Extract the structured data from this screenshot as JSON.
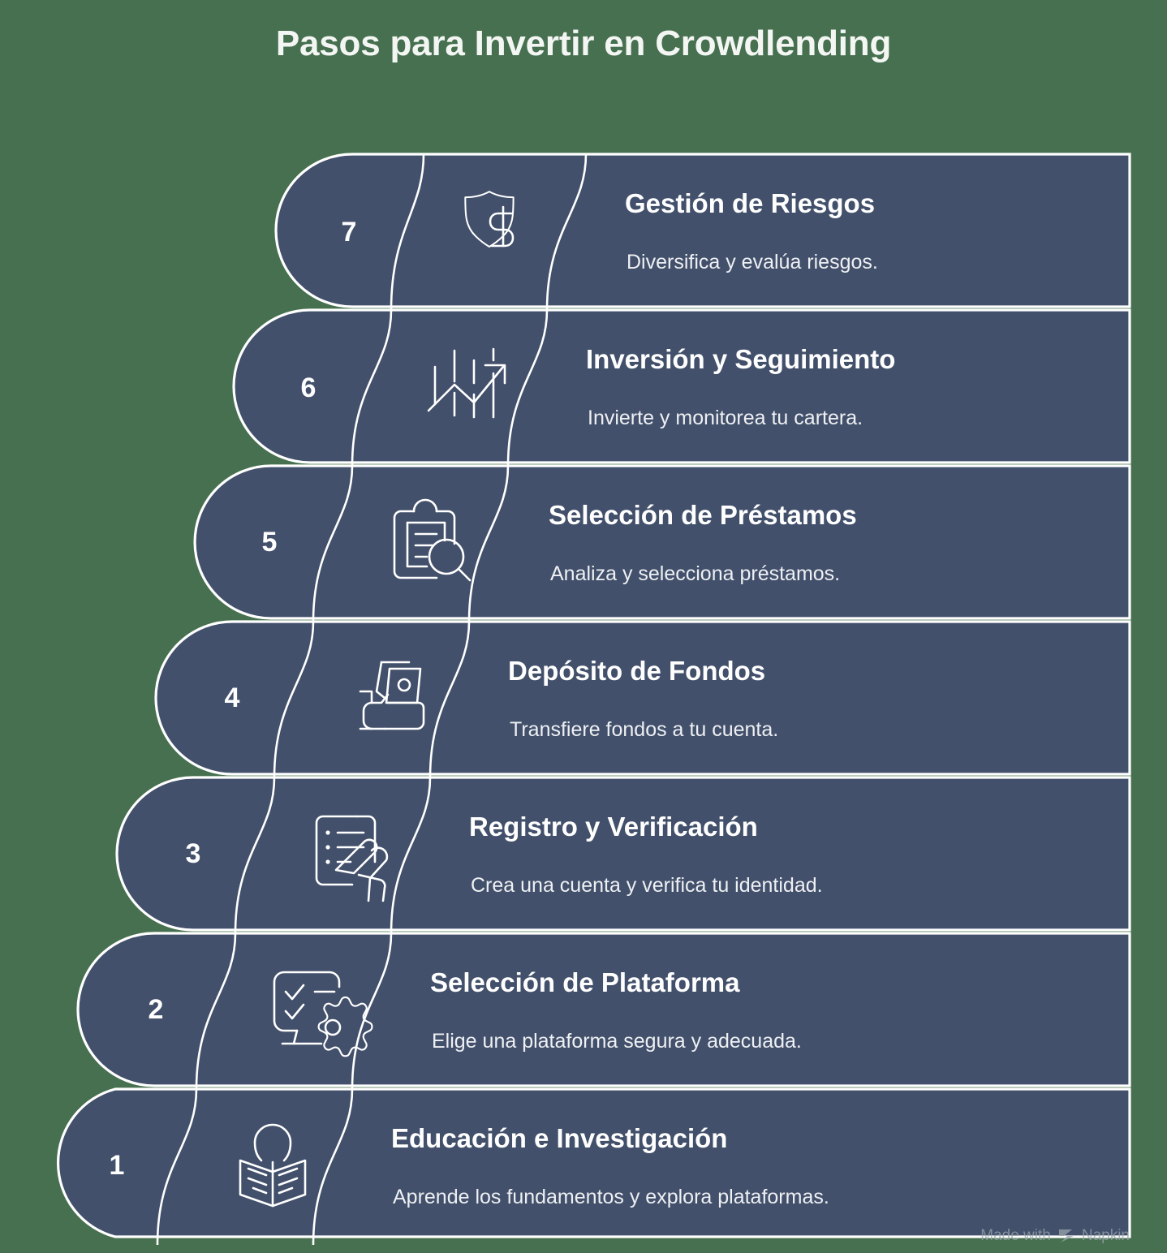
{
  "title": "Pasos para Invertir en Crowdlending",
  "colors": {
    "background": "#46704f",
    "panel": "#42506b",
    "stroke": "#ffffff",
    "title_text": "#f4f6f4",
    "desc_text": "#eef0f3"
  },
  "watermark": {
    "text": "Made with",
    "brand": "Napkin",
    "logo_icon": "napkin-logo-icon"
  },
  "steps": [
    {
      "number": "7",
      "title": "Gestión de Riesgos",
      "description": "Diversifica y evalúa riesgos.",
      "icon": "shield-dollar-icon"
    },
    {
      "number": "6",
      "title": "Inversión y Seguimiento",
      "description": "Invierte y monitorea tu cartera.",
      "icon": "growth-chart-arrow-icon"
    },
    {
      "number": "5",
      "title": "Selección de Préstamos",
      "description": "Analiza y selecciona préstamos.",
      "icon": "clipboard-magnifier-icon"
    },
    {
      "number": "4",
      "title": "Depósito de Fondos",
      "description": "Transfiere fondos a tu cuenta.",
      "icon": "hand-card-icon"
    },
    {
      "number": "3",
      "title": "Registro y Verificación",
      "description": "Crea una cuenta y verifica tu identidad.",
      "icon": "form-signing-hand-icon"
    },
    {
      "number": "2",
      "title": "Selección de Plataforma",
      "description": "Elige una plataforma segura y adecuada.",
      "icon": "monitor-checklist-gear-icon"
    },
    {
      "number": "1",
      "title": "Educación e Investigación",
      "description": "Aprende los fundamentos y explora plataformas.",
      "icon": "person-reading-book-icon"
    }
  ]
}
